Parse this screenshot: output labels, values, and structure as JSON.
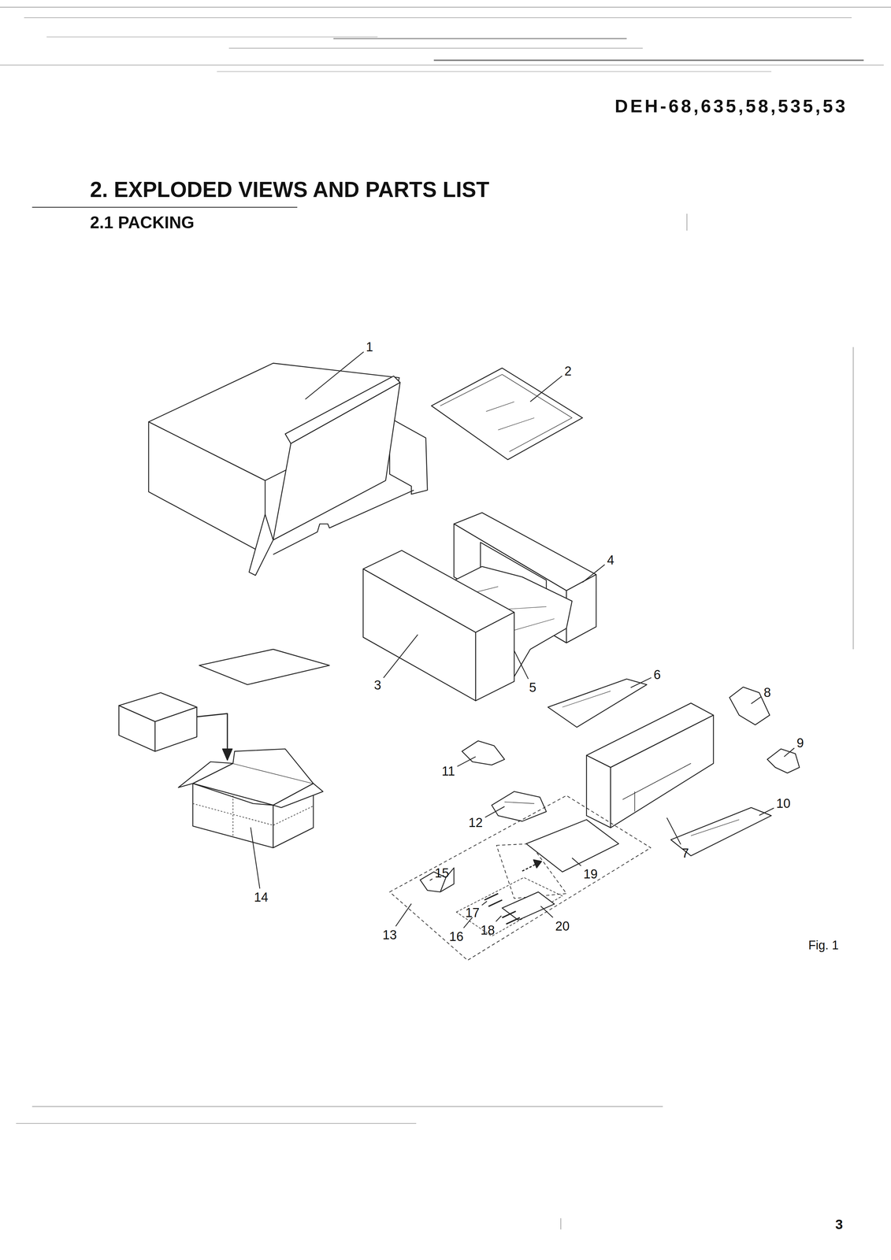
{
  "diagram": {
    "title": "2. EXPLODED VIEWS AND PARTS LIST",
    "labels": [
      "DEH-68,635,58,535,53",
      "2.1 PACKING",
      "1",
      "2",
      "3",
      "4",
      "5",
      "6",
      "7",
      "8",
      "9",
      "10",
      "11",
      "12",
      "13",
      "14",
      "15",
      "16",
      "17",
      "18",
      "19",
      "20",
      "Fig. 1",
      "3"
    ]
  }
}
